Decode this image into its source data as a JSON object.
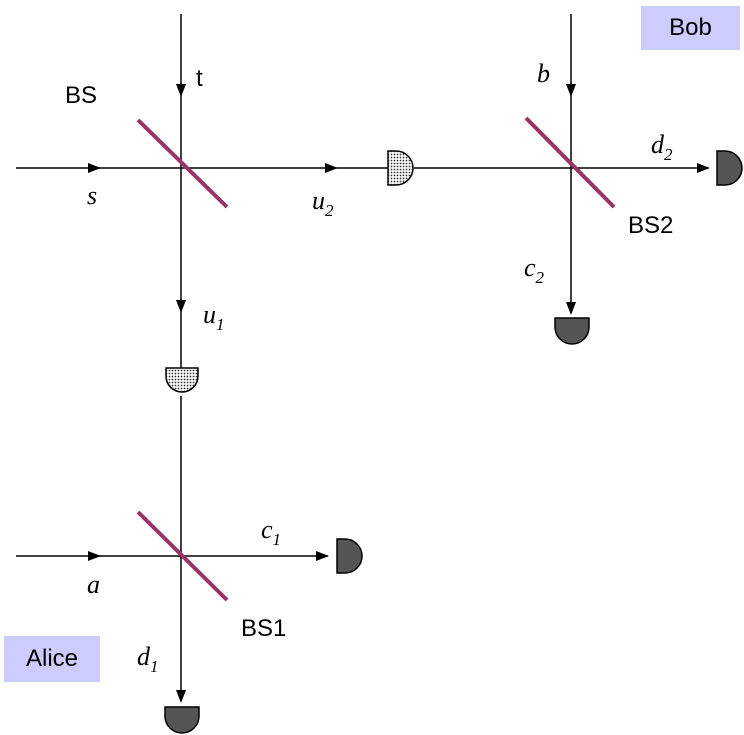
{
  "boxes": {
    "bob": "Bob",
    "alice": "Alice"
  },
  "beam_splitters": {
    "bs": "BS",
    "bs1": "BS1",
    "bs2": "BS2"
  },
  "modes": {
    "t": "t",
    "s": "s",
    "u2": {
      "base": "u",
      "sub": "2"
    },
    "u1": {
      "base": "u",
      "sub": "1"
    },
    "b": "b",
    "d2": {
      "base": "d",
      "sub": "2"
    },
    "c2": {
      "base": "c",
      "sub": "2"
    },
    "a": "a",
    "c1": {
      "base": "c",
      "sub": "1"
    },
    "d1": {
      "base": "d",
      "sub": "1"
    }
  },
  "colors": {
    "beam_splitter": "#993366",
    "detector_fill": "#555555",
    "source_detector_fill": "#bbbbbb",
    "label_box": "#ccccff",
    "line": "#000000"
  }
}
